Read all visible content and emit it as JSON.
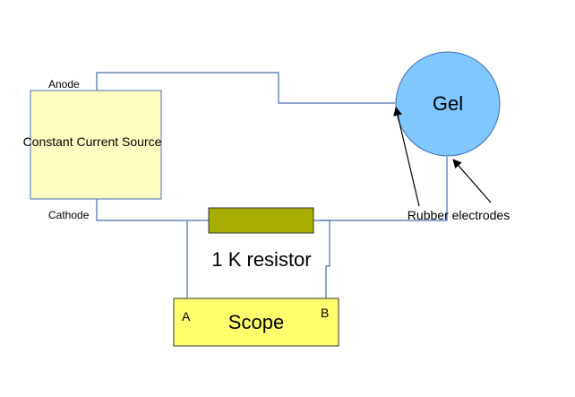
{
  "source": {
    "label": "Constant Current Source",
    "anode_label": "Anode",
    "cathode_label": "Cathode"
  },
  "gel": {
    "label": "Gel"
  },
  "resistor": {
    "label": "1 K resistor"
  },
  "scope": {
    "label": "Scope",
    "terminal_a": "A",
    "terminal_b": "B"
  },
  "electrodes": {
    "label": "Rubber electrodes"
  },
  "colors": {
    "wire": "#4a6fb5",
    "source_fill": "#ffffc4",
    "source_stroke": "#4a6fb5",
    "gel_fill": "#80c6ff",
    "gel_stroke": "#3f6fb0",
    "resistor_fill": "#a8ae00",
    "scope_fill": "#ffff6e",
    "arrow": "#000000"
  }
}
